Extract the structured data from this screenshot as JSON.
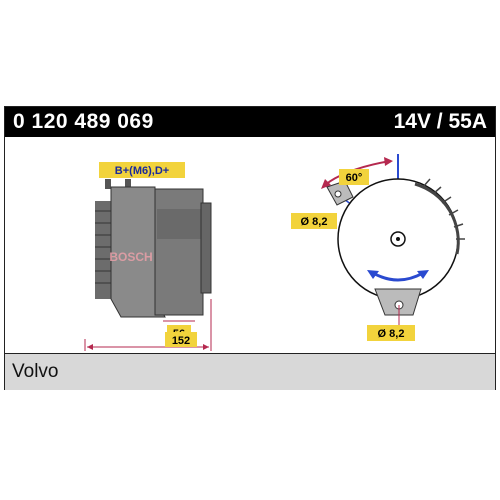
{
  "header": {
    "part_number": "0 120 489 069",
    "rating": "14V / 55A"
  },
  "drawing": {
    "terminal_label": "B+(M6),D+",
    "brand_mark": "BOSCH",
    "dim_height": "56",
    "dim_length": "152",
    "angle_label": "60°",
    "hole_upper": "Ø 8,2",
    "hole_lower": "Ø 8,2"
  },
  "footer": {
    "vehicle": "Volvo"
  },
  "colors": {
    "label_fill": "#f2d33c",
    "arrow": "#2a4ad0",
    "dim_line": "#b5294f",
    "body_gray": "#888888"
  },
  "icons": [
    "alternator-side-view",
    "alternator-front-view",
    "rotation-arrow-icon"
  ]
}
